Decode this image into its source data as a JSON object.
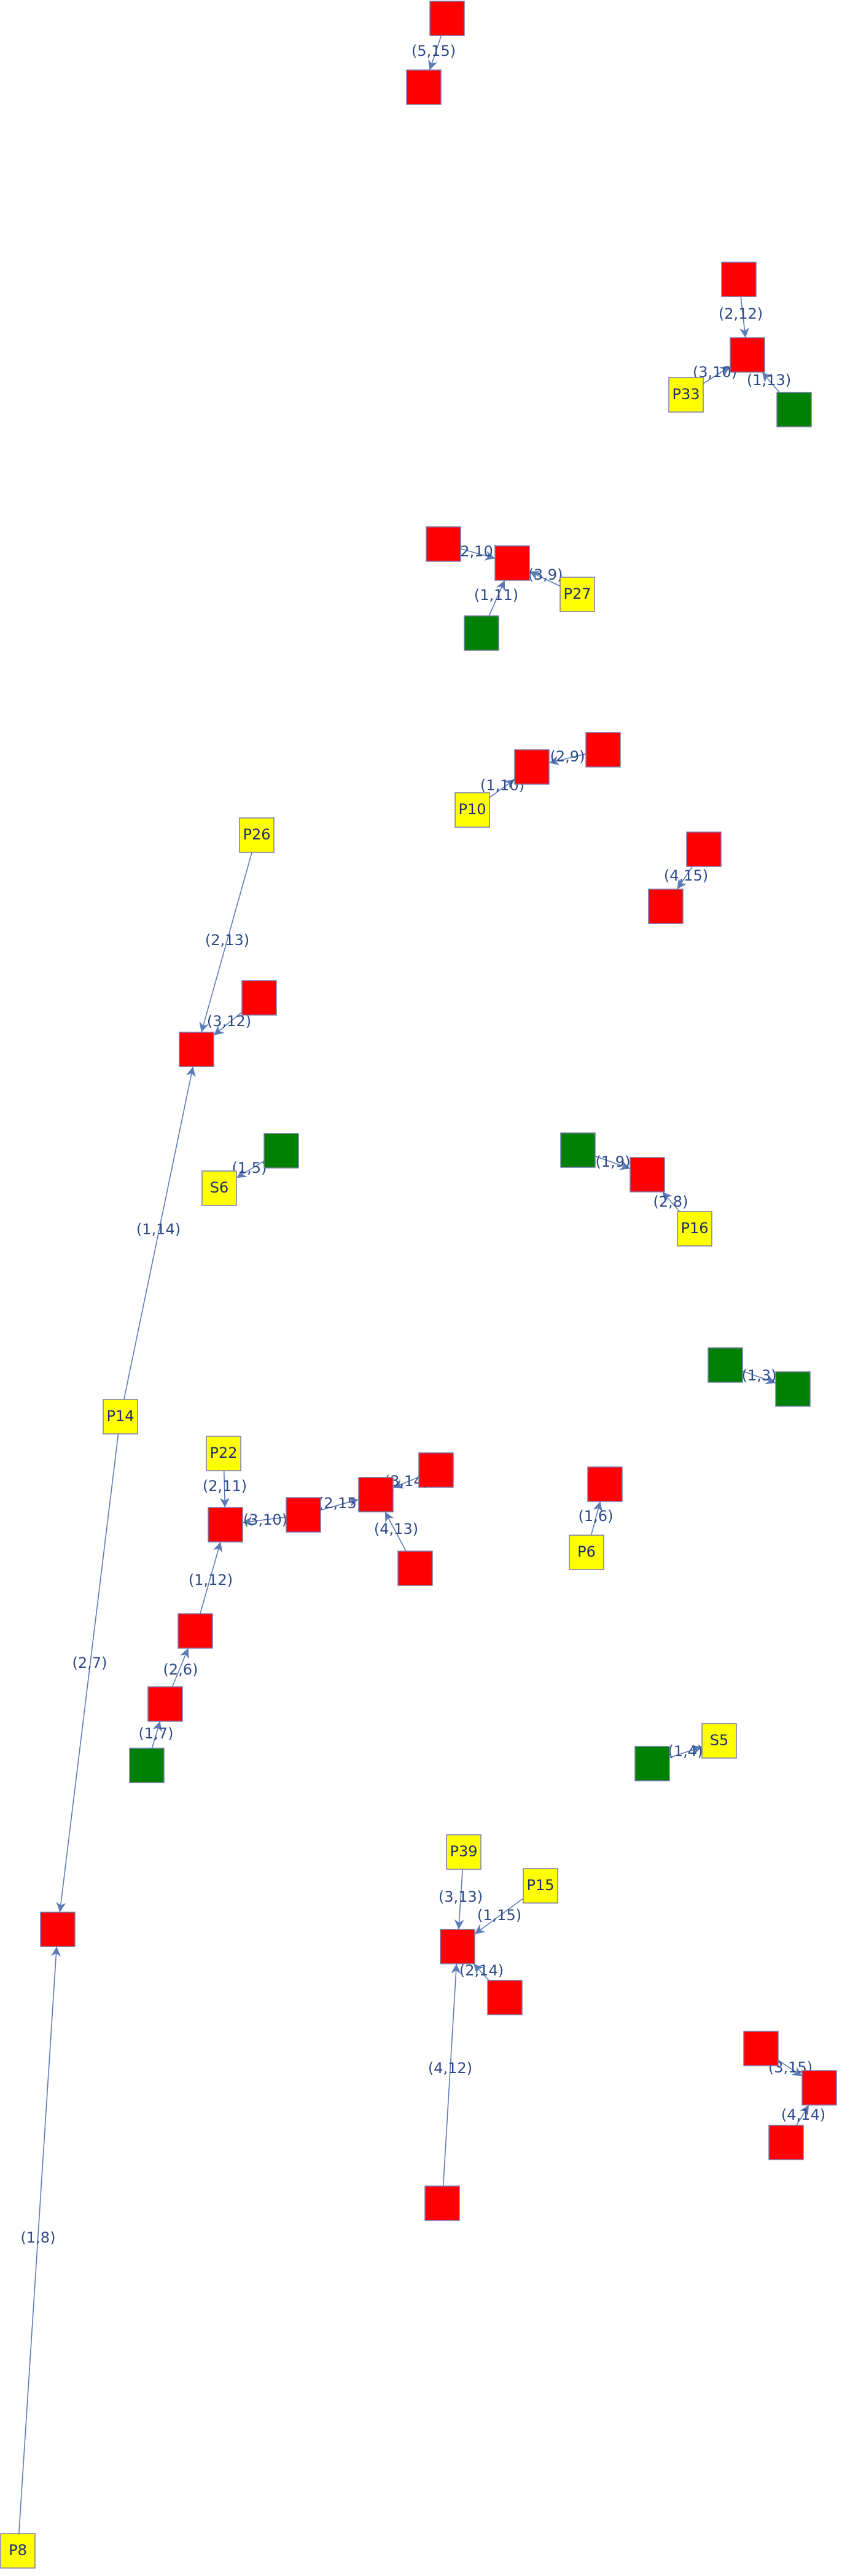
{
  "colors": {
    "red": "#ff0000",
    "green": "#008000",
    "yellow": "#ffff00",
    "edge": "#5b7bb8",
    "border": "#7a7ab0",
    "text": "#1e2d6e"
  },
  "nodes": [
    {
      "id": "n1",
      "color": "red",
      "label": ""
    },
    {
      "id": "n2",
      "color": "red",
      "label": ""
    },
    {
      "id": "n3",
      "color": "red",
      "label": ""
    },
    {
      "id": "n4",
      "color": "red",
      "label": ""
    },
    {
      "id": "P33",
      "color": "yellow",
      "label": "P33"
    },
    {
      "id": "n5",
      "color": "green",
      "label": ""
    },
    {
      "id": "n6",
      "color": "red",
      "label": ""
    },
    {
      "id": "n7",
      "color": "red",
      "label": ""
    },
    {
      "id": "P27",
      "color": "yellow",
      "label": "P27"
    },
    {
      "id": "n8",
      "color": "green",
      "label": ""
    },
    {
      "id": "n9",
      "color": "red",
      "label": ""
    },
    {
      "id": "n10",
      "color": "red",
      "label": ""
    },
    {
      "id": "P10",
      "color": "yellow",
      "label": "P10"
    },
    {
      "id": "n11",
      "color": "red",
      "label": ""
    },
    {
      "id": "n12",
      "color": "red",
      "label": ""
    },
    {
      "id": "P26",
      "color": "yellow",
      "label": "P26"
    },
    {
      "id": "n13",
      "color": "red",
      "label": ""
    },
    {
      "id": "n14",
      "color": "red",
      "label": ""
    },
    {
      "id": "n15",
      "color": "green",
      "label": ""
    },
    {
      "id": "S6",
      "color": "yellow",
      "label": "S6"
    },
    {
      "id": "n16",
      "color": "green",
      "label": ""
    },
    {
      "id": "n17",
      "color": "red",
      "label": ""
    },
    {
      "id": "P16",
      "color": "yellow",
      "label": "P16"
    },
    {
      "id": "n18",
      "color": "green",
      "label": ""
    },
    {
      "id": "n19",
      "color": "green",
      "label": ""
    },
    {
      "id": "P14",
      "color": "yellow",
      "label": "P14"
    },
    {
      "id": "P22",
      "color": "yellow",
      "label": "P22"
    },
    {
      "id": "n20",
      "color": "red",
      "label": ""
    },
    {
      "id": "n21",
      "color": "red",
      "label": ""
    },
    {
      "id": "n22",
      "color": "red",
      "label": ""
    },
    {
      "id": "n23",
      "color": "red",
      "label": ""
    },
    {
      "id": "n24",
      "color": "red",
      "label": ""
    },
    {
      "id": "P6",
      "color": "yellow",
      "label": "P6"
    },
    {
      "id": "n25",
      "color": "red",
      "label": ""
    },
    {
      "id": "n26",
      "color": "red",
      "label": ""
    },
    {
      "id": "n27",
      "color": "green",
      "label": ""
    },
    {
      "id": "S5",
      "color": "yellow",
      "label": "S5"
    },
    {
      "id": "n28",
      "color": "green",
      "label": ""
    },
    {
      "id": "P39",
      "color": "yellow",
      "label": "P39"
    },
    {
      "id": "P15",
      "color": "yellow",
      "label": "P15"
    },
    {
      "id": "n29",
      "color": "red",
      "label": ""
    },
    {
      "id": "n30",
      "color": "red",
      "label": ""
    },
    {
      "id": "n31",
      "color": "red",
      "label": ""
    },
    {
      "id": "n32",
      "color": "red",
      "label": ""
    },
    {
      "id": "n33",
      "color": "red",
      "label": ""
    },
    {
      "id": "n34",
      "color": "red",
      "label": ""
    },
    {
      "id": "n35",
      "color": "red",
      "label": ""
    },
    {
      "id": "P8",
      "color": "yellow",
      "label": "P8"
    }
  ],
  "edges": [
    {
      "from": "n1",
      "to": "n2",
      "label": "(5,15)"
    },
    {
      "from": "n3",
      "to": "n4",
      "label": "(2,12)"
    },
    {
      "from": "P33",
      "to": "n4",
      "label": "(3,10)"
    },
    {
      "from": "n5",
      "to": "n4",
      "label": "(1,13)"
    },
    {
      "from": "n6",
      "to": "n7",
      "label": "(2,10)"
    },
    {
      "from": "P27",
      "to": "n7",
      "label": "(3,9)"
    },
    {
      "from": "n8",
      "to": "n7",
      "label": "(1,11)"
    },
    {
      "from": "n9",
      "to": "n10",
      "label": "(2,9)"
    },
    {
      "from": "P10",
      "to": "n10",
      "label": "(1,10)"
    },
    {
      "from": "n12",
      "to": "n11",
      "label": "(4,15)"
    },
    {
      "from": "P26",
      "to": "n13",
      "label": "(2,13)"
    },
    {
      "from": "n14",
      "to": "n13",
      "label": "(3,12)"
    },
    {
      "from": "n15",
      "to": "S6",
      "label": "(1,5)"
    },
    {
      "from": "n16",
      "to": "n17",
      "label": "(1,9)"
    },
    {
      "from": "P16",
      "to": "n17",
      "label": "(2,8)"
    },
    {
      "from": "n18",
      "to": "n19",
      "label": "(1,3)"
    },
    {
      "from": "P14",
      "to": "n13",
      "label": "(1,14)"
    },
    {
      "from": "P22",
      "to": "n23",
      "label": "(2,11)"
    },
    {
      "from": "n20",
      "to": "n21",
      "label": "(3,14)"
    },
    {
      "from": "n22",
      "to": "n21",
      "label": "(2,15)"
    },
    {
      "from": "n24",
      "to": "n21",
      "label": "(4,13)"
    },
    {
      "from": "n22",
      "to": "n23",
      "label": "(3,10)"
    },
    {
      "from": "P6",
      "to": "n25",
      "label": "(1,6)"
    },
    {
      "from": "n26",
      "to": "n23",
      "label": "(1,12)"
    },
    {
      "from": "n29",
      "to": "n26",
      "label": "(2,6)"
    },
    {
      "from": "n28",
      "to": "n29",
      "label": "(1,7)"
    },
    {
      "from": "n27",
      "to": "S5",
      "label": "(1,4)"
    },
    {
      "from": "P14",
      "to": "n30",
      "label": "(2,7)"
    },
    {
      "from": "P39",
      "to": "n31",
      "label": "(3,13)"
    },
    {
      "from": "P15",
      "to": "n31",
      "label": "(1,15)"
    },
    {
      "from": "n32",
      "to": "n31",
      "label": "(2,14)"
    },
    {
      "from": "n35",
      "to": "n31",
      "label": "(4,12)"
    },
    {
      "from": "n33",
      "to": "n34",
      "label": "(3,15)"
    },
    {
      "from": "n36",
      "to": "n34",
      "label": "(4,14)"
    },
    {
      "from": "P8",
      "to": "n30",
      "label": "(1,8)"
    }
  ],
  "extra_nodes": [
    {
      "id": "n36",
      "color": "red",
      "label": ""
    }
  ]
}
